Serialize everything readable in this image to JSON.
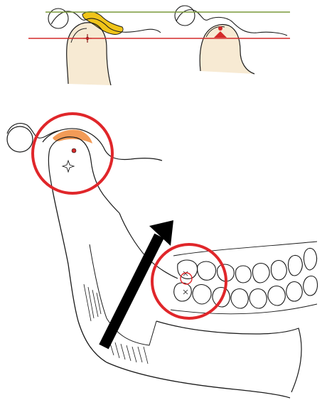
{
  "figure": {
    "colors": {
      "line": "#1a1a1a",
      "reference_green": "#7a9a3a",
      "reference_red": "#d42a2a",
      "highlight_circle": "#e0262a",
      "disc_yellow": "#f0c419",
      "bone_fill": "#f7ead3",
      "condyle_orange": "#f08a3a",
      "arrow": "#000000"
    },
    "panels": [
      {
        "id": "top-left",
        "shows": "condyle-displaced-with-disc"
      },
      {
        "id": "top-right",
        "shows": "condyle-centered"
      },
      {
        "id": "main",
        "shows": "mandible-lateral-view"
      }
    ],
    "annotations": {
      "circles": [
        "condyle-circle",
        "occlusion-circle"
      ],
      "arrow": "force-direction-arrow"
    }
  }
}
